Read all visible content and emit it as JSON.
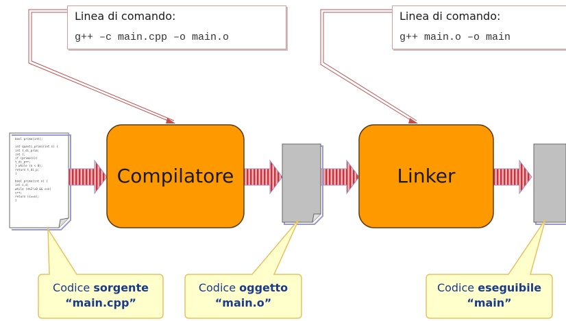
{
  "commands": [
    {
      "title": "Linea di comando:",
      "command": "g++ –c main.cpp –o main.o"
    },
    {
      "title": "Linea di comando:",
      "command": "g++ main.o –o main"
    }
  ],
  "processes": {
    "compiler": "Compilatore",
    "linker": "Linker"
  },
  "source_file_lines": [
    "bool primo(int);",
    "",
    "int quanti_primi(int n) {",
    "  int t_di_prim;",
    "  int i;",
    "  if (primo(n))",
    "  t_di_p++;",
    "  } while (n < 0);",
    "  return t_di_p;",
    "}",
    "",
    "bool primo(int n) {",
    "  int c,d;",
    "  while (n%2!=0 && c<n)",
    "  c++;",
    "  return (c==n);",
    "}"
  ],
  "callouts": {
    "source": {
      "prefix": "Codice ",
      "bold": "sorgente",
      "file": "“main.cpp”"
    },
    "object": {
      "prefix": "Codice ",
      "bold": "oggetto",
      "file": "“main.o”"
    },
    "exec": {
      "prefix": "Codice ",
      "bold": "eseguibile",
      "file": "“main”"
    }
  },
  "colors": {
    "process_fill": "#ff9900",
    "arrow_fill": "#e07a80",
    "file_fill": "#c0c0c0",
    "callout_fill": "#ffffcc",
    "callout_border": "#e8c060",
    "callout_text": "#1a3a8a"
  }
}
